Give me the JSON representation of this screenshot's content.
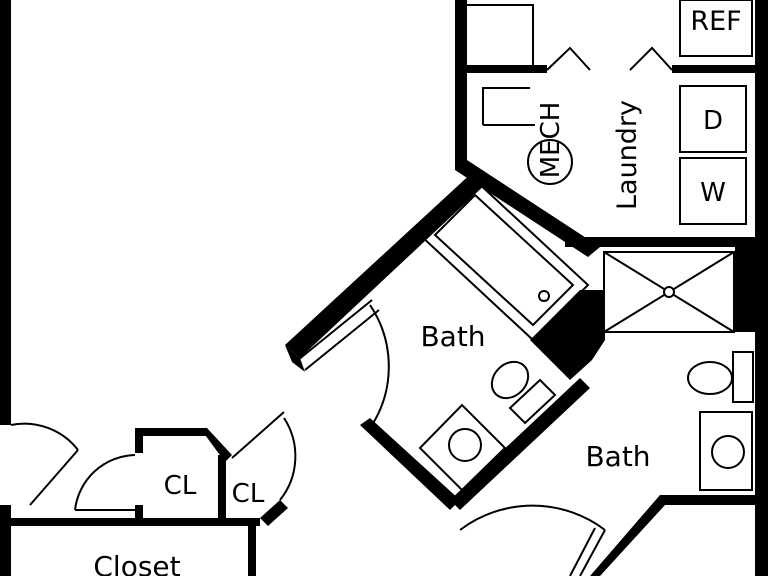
{
  "rooms": {
    "ref": "REF",
    "mech": "MECH",
    "laundry": "Laundry",
    "dryer": "D",
    "washer": "W",
    "bath_1": "Bath",
    "bath_2": "Bath",
    "closet_1": "CL",
    "closet_2": "CL",
    "closet_3": "Closet"
  },
  "colors": {
    "wall": "#000000",
    "background": "#ffffff"
  }
}
